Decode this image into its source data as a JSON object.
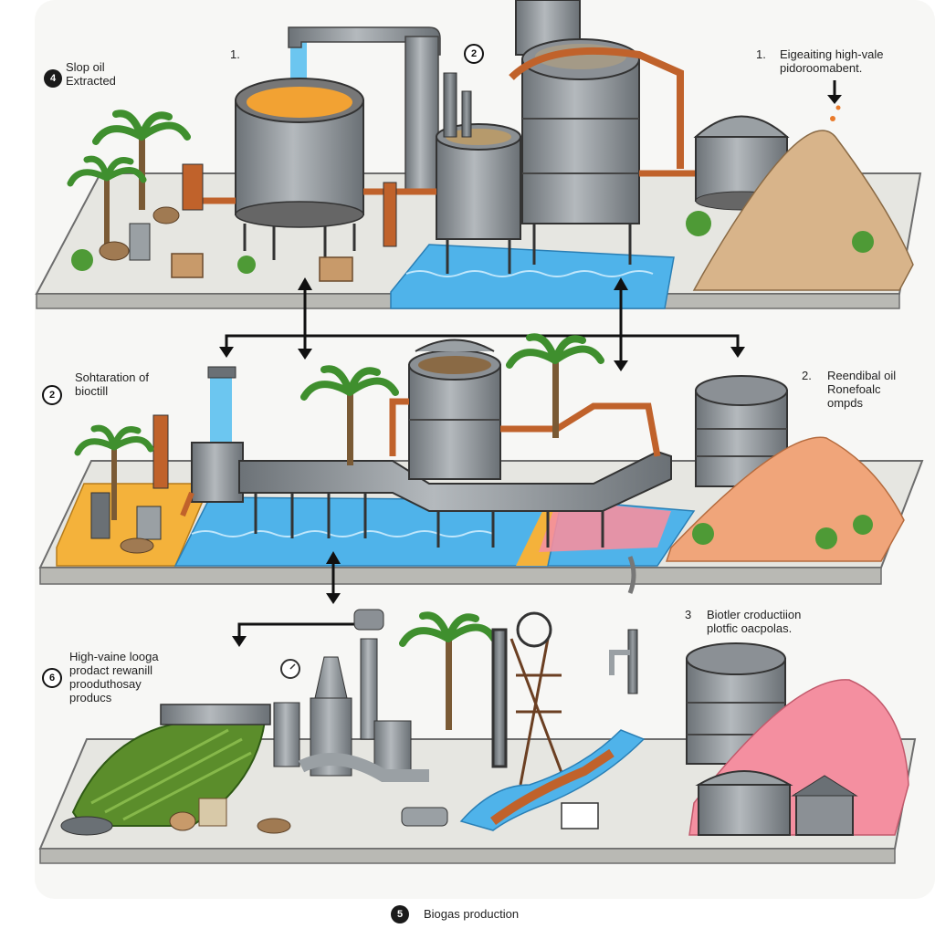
{
  "panels": {
    "top": {
      "badge_left": "4",
      "label_left": [
        "Slop oil",
        "Extracted"
      ],
      "num_center": "1.",
      "badge_center": "2",
      "num_right": "1.",
      "label_right": [
        "Eigeaiting high-vale",
        "pidoroomabent."
      ]
    },
    "middle": {
      "badge_left": "2",
      "label_left": [
        "Sohtaration of",
        "bioctill"
      ],
      "num_right": "2.",
      "label_right": [
        "Reendibal oil",
        "Ronefoalc",
        "ompds"
      ]
    },
    "bottom": {
      "badge_left": "6",
      "label_left": [
        "High-vaine looga",
        "prodact rewanill",
        "prooduthosay",
        "producs"
      ],
      "num_right": "3",
      "label_right": [
        "Biotler croductiion",
        "plotfic oacpolas."
      ]
    }
  },
  "footer": {
    "badge": "5",
    "label": "Biogas production"
  },
  "colors": {
    "platform": "#e8e8e4",
    "water": "#4fb3ea",
    "steel": "#8e9499",
    "pipe_rust": "#c0622b",
    "palm": "#3f8f2e",
    "sand": "#d8b48a",
    "salmon": "#f0a57a",
    "pink": "#f48fa0",
    "arrow": "#111111"
  },
  "icons": [
    "arrow-down-icon",
    "arrow-left-icon",
    "palm-tree-icon",
    "tank-icon",
    "pipe-icon",
    "gauge-icon"
  ]
}
